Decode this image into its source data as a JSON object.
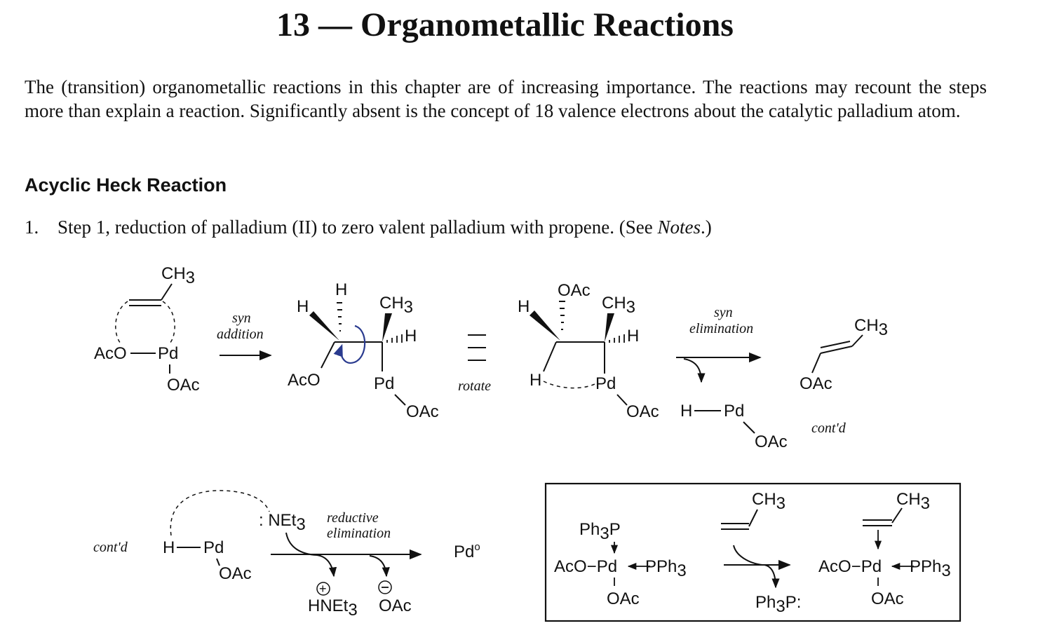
{
  "page": {
    "title": "13 — Organometallic Reactions",
    "intro": "The (transition) organometallic reactions in this chapter are of increasing importance. The reactions may recount the steps more than explain a reaction. Significantly absent is the concept of 18 valence electrons about the catalytic palladium atom.",
    "section_heading": "Acyclic Heck Reaction",
    "step_number": "1.",
    "step_text_before": "Step 1, reduction of palladium (II) to zero valent palladium with propene. (See ",
    "step_text_italic": "Notes",
    "step_text_after": ".)"
  },
  "scheme": {
    "labels": {
      "syn": "syn",
      "addition": "addition",
      "elimination": "elimination",
      "rotate": "rotate",
      "contd": "cont'd",
      "reductive": "reductive",
      "ch": "CH",
      "three": "3",
      "aco": "AcO",
      "oac": "OAc",
      "pd": "Pd",
      "h": "H",
      "hpd": "H—Pd",
      "aco_pd": "AcO—Pd",
      "net": ": NEt",
      "hnet": "HNEt",
      "pd0": "Pd",
      "pd0_sup": "o",
      "ph": "Ph",
      "p": "P",
      "pph": "PPh",
      "ph3p_colon": "P:",
      "aco_pd_box": "AcO−Pd",
      "plus": "+",
      "minus": "−"
    }
  }
}
